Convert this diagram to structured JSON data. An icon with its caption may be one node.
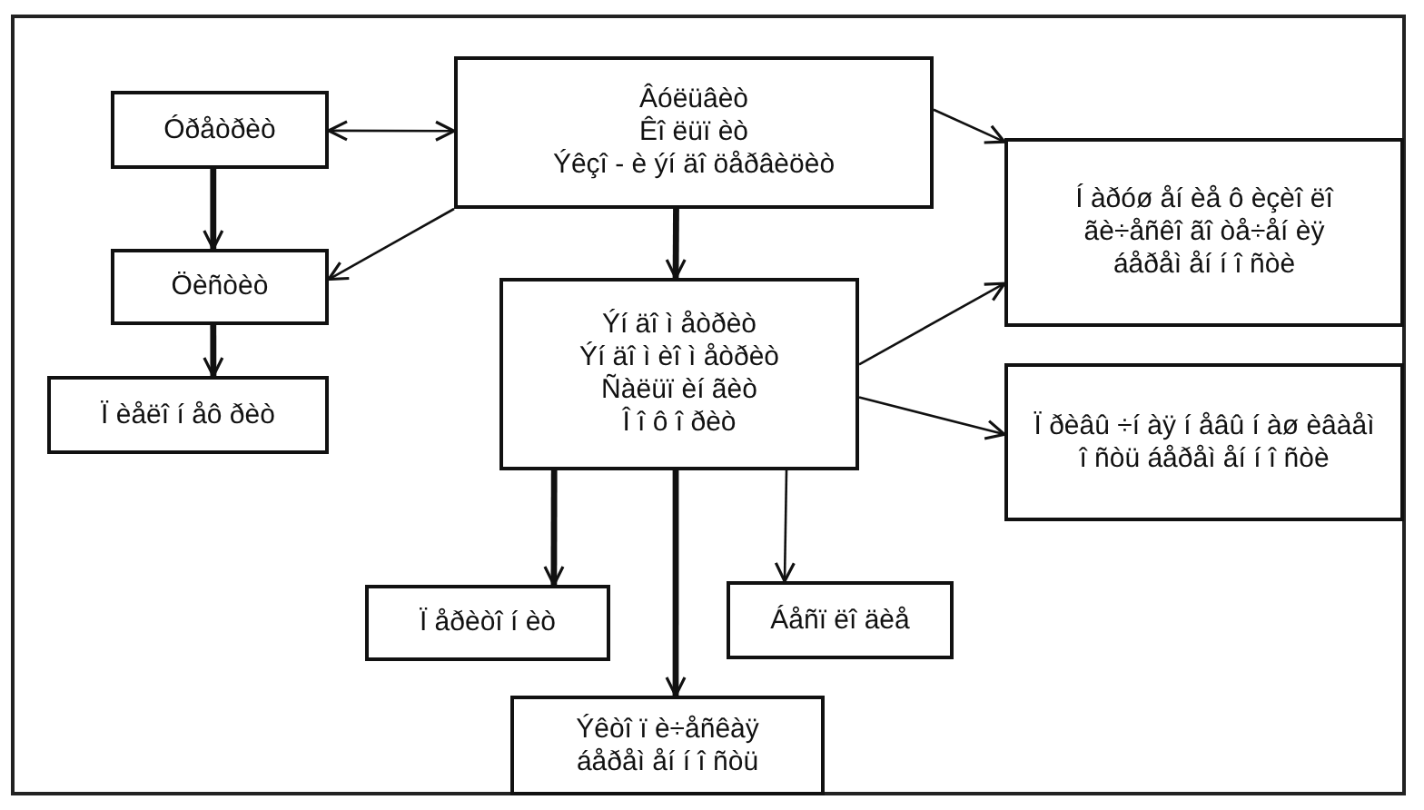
{
  "diagram": {
    "nodes": [
      {
        "text": [
          "Âóëüâèò",
          "Êî ëüï èò",
          "Ýêçî - è ýí äî öåðâèöèò"
        ]
      },
      {
        "text": [
          "Óðåòðèò"
        ]
      },
      {
        "text": [
          "Öèñòèò"
        ]
      },
      {
        "text": [
          "Ï èåëî í åô ðèò"
        ]
      },
      {
        "text": [
          "Ýí äî ì åòðèò",
          "Ýí äî ì èî ì åòðèò",
          "Ñàëüï èí ãèò",
          "Î î ô î ðèò"
        ]
      },
      {
        "text": [
          "Í àðóø åí èå ô èçèî ëî ãè÷åñêî ãî òå÷åí èÿ áåðåì åí í î ñòè"
        ]
      },
      {
        "text": [
          "Ï ðèâû ÷í àÿ í åâû í àø èâàåì î ñòü áåðåì åí í î ñòè"
        ]
      },
      {
        "text": [
          "Ï åðèòî í èò"
        ]
      },
      {
        "text": [
          "Áåñï ëî äèå"
        ]
      },
      {
        "text": [
          "Ýêòî ï è÷åñêàÿ áåðåì åí í î ñòü"
        ]
      }
    ],
    "edges": [
      {
        "from": 0,
        "to": 1,
        "arrow": "both"
      },
      {
        "from": 1,
        "to": 2,
        "arrow": "to",
        "style": "thick"
      },
      {
        "from": 0,
        "to": 2,
        "arrow": "to"
      },
      {
        "from": 2,
        "to": 3,
        "arrow": "to",
        "style": "thick"
      },
      {
        "from": 0,
        "to": 4,
        "arrow": "to",
        "style": "thick"
      },
      {
        "from": 0,
        "to": 5,
        "arrow": "to"
      },
      {
        "from": 4,
        "to": 5,
        "arrow": "to"
      },
      {
        "from": 4,
        "to": 6,
        "arrow": "to"
      },
      {
        "from": 4,
        "to": 7,
        "arrow": "to",
        "style": "thick"
      },
      {
        "from": 4,
        "to": 9,
        "arrow": "to",
        "style": "thick"
      },
      {
        "from": 4,
        "to": 8,
        "arrow": "to"
      }
    ]
  }
}
